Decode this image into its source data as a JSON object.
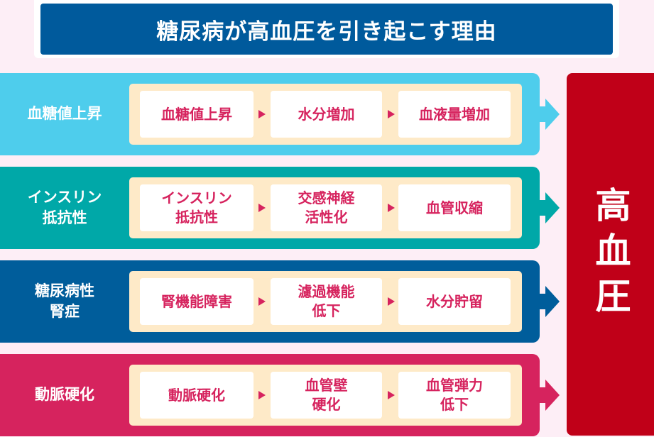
{
  "title": "糖尿病が高血圧を引き起こす理由",
  "result": "高血圧",
  "colors": {
    "title_bg": "#005a9c",
    "result_bg": "#c00018",
    "panel_bg": "#feeac8",
    "box_text": "#d6235e",
    "background": "#fdeef6"
  },
  "rows": [
    {
      "label": "血糖値上昇",
      "color": "#4ecdec",
      "steps": [
        "血糖値上昇",
        "水分増加",
        "血液量増加"
      ]
    },
    {
      "label": "インスリン\n抵抗性",
      "color": "#00a8a8",
      "steps": [
        "インスリン\n抵抗性",
        "交感神経\n活性化",
        "血管収縮"
      ]
    },
    {
      "label": "糖尿病性\n腎症",
      "color": "#005d9b",
      "steps": [
        "腎機能障害",
        "濾過機能\n低下",
        "水分貯留"
      ]
    },
    {
      "label": "動脈硬化",
      "color": "#d6235e",
      "steps": [
        "動脈硬化",
        "血管壁\n硬化",
        "血管弾力\n低下"
      ]
    }
  ]
}
